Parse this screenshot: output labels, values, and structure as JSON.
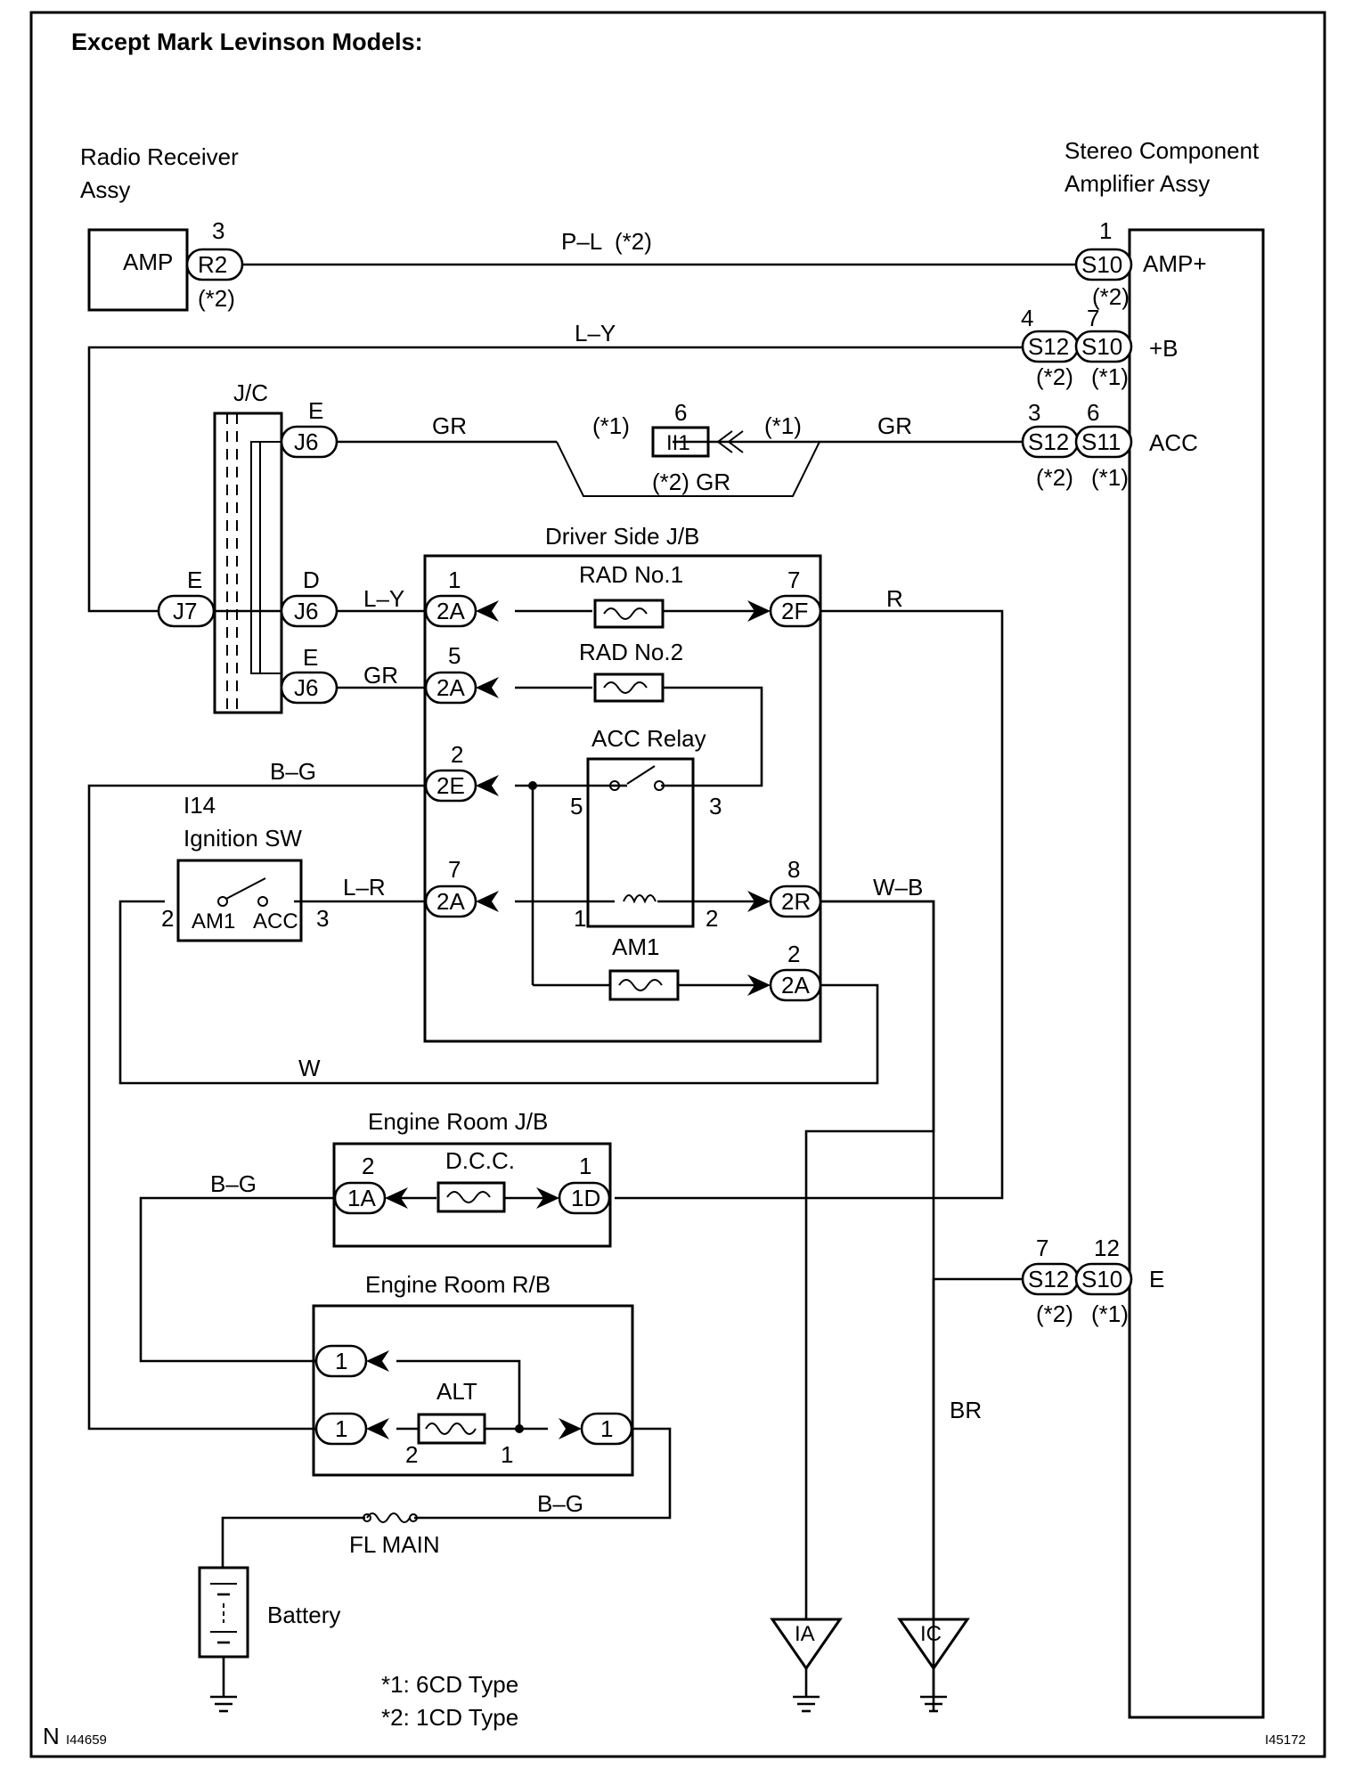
{
  "header": "Except Mark Levinson Models:",
  "components": {
    "radio_receiver": "Radio Receiver\nAssy",
    "amp_block": "AMP",
    "stereo_amplifier": "Stereo Component\nAmplifier Assy",
    "jc": "J/C",
    "driver_jb": "Driver Side J/B",
    "rad1": "RAD No.1",
    "rad2": "RAD No.2",
    "acc_relay": "ACC Relay",
    "am1_fuse": "AM1",
    "ignition_id": "I14",
    "ignition_sw": "Ignition SW",
    "ign_am1": "AM1",
    "ign_acc": "ACC",
    "engine_jb": "Engine Room J/B",
    "dcc": "D.C.C.",
    "engine_rb": "Engine Room R/B",
    "alt": "ALT",
    "fl_main": "FL MAIN",
    "battery": "Battery",
    "ground_ia": "IA",
    "ground_ic": "IC",
    "ii1": "II1"
  },
  "amp_terminals": {
    "amp_plus": "AMP+",
    "b_plus": "+B",
    "acc": "ACC",
    "e": "E"
  },
  "connectors": {
    "r2": "R2",
    "s10": "S10",
    "s12": "S12",
    "s11": "S11",
    "j6": "J6",
    "j7": "J7",
    "c2a": "2A",
    "c2f": "2F",
    "c2e": "2E",
    "c2r": "2R",
    "c1a": "1A",
    "c1d": "1D",
    "c1": "1"
  },
  "wires": {
    "pl": "P–L",
    "ly": "L–Y",
    "gr": "GR",
    "r": "R",
    "bg": "B–G",
    "lr": "L–R",
    "wb": "W–B",
    "w": "W",
    "br": "BR"
  },
  "notes": {
    "n1": "(*1)",
    "n2": "(*2)",
    "n2gr": "(*2) GR"
  },
  "pins": {
    "p1": "1",
    "p2": "2",
    "p3": "3",
    "p4": "4",
    "p5": "5",
    "p6": "6",
    "p7": "7",
    "p8": "8",
    "p12": "12",
    "e": "E",
    "d": "D"
  },
  "legend": {
    "l1": "*1: 6CD Type",
    "l2": "*2: 1CD Type"
  },
  "footer": {
    "n": "N",
    "left_id": "I44659",
    "right_id": "I45172"
  }
}
